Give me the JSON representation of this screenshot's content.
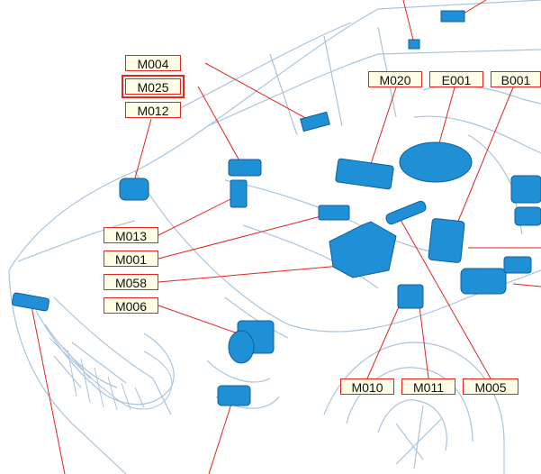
{
  "labels": {
    "m004": "M004",
    "m025": "M025",
    "m012": "M012",
    "m020": "M020",
    "e001": "E001",
    "b001": "B001",
    "m013": "M013",
    "m001": "M001",
    "m058": "M058",
    "m006": "M006",
    "m010": "M010",
    "m011": "M011",
    "m005": "M005"
  },
  "selected_label": "M025",
  "colors": {
    "callout_border": "#e0261d",
    "callout_fill": "#fffde6",
    "leader_line": "#e0261d",
    "module_fill": "#1f8fd6",
    "module_shade": "#0f5f9a",
    "car_outline": "#a9c4dc"
  }
}
